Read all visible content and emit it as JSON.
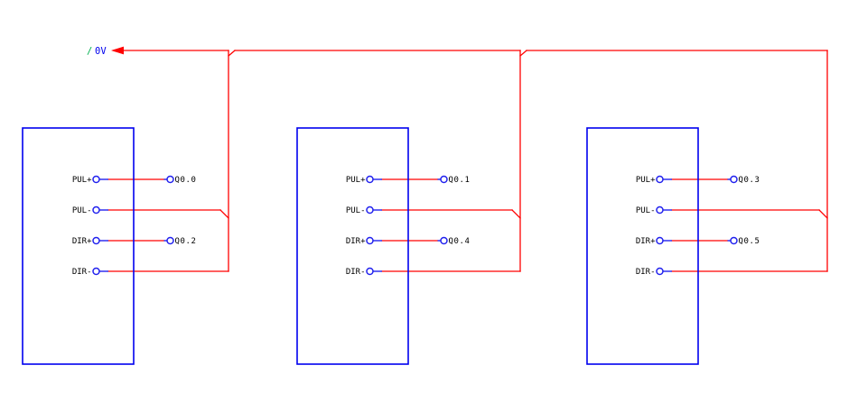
{
  "net": {
    "slash": "/",
    "label": "0V"
  },
  "colors": {
    "wire": "#ff0000",
    "device_outline": "#0000ee",
    "terminal_ring": "#2222ee",
    "label_text": "#000000",
    "net_label": "#0000ee",
    "net_slash": "#00b050",
    "background": "#ffffff"
  },
  "drivers": [
    {
      "terminals": {
        "pul_plus": "PUL+",
        "pul_minus": "PUL-",
        "dir_plus": "DIR+",
        "dir_minus": "DIR-"
      },
      "outputs": {
        "pul": "Q0.0",
        "dir": "Q0.2"
      }
    },
    {
      "terminals": {
        "pul_plus": "PUL+",
        "pul_minus": "PUL-",
        "dir_plus": "DIR+",
        "dir_minus": "DIR-"
      },
      "outputs": {
        "pul": "Q0.1",
        "dir": "Q0.4"
      }
    },
    {
      "terminals": {
        "pul_plus": "PUL+",
        "pul_minus": "PUL-",
        "dir_plus": "DIR+",
        "dir_minus": "DIR-"
      },
      "outputs": {
        "pul": "Q0.3",
        "dir": "Q0.5"
      }
    }
  ]
}
